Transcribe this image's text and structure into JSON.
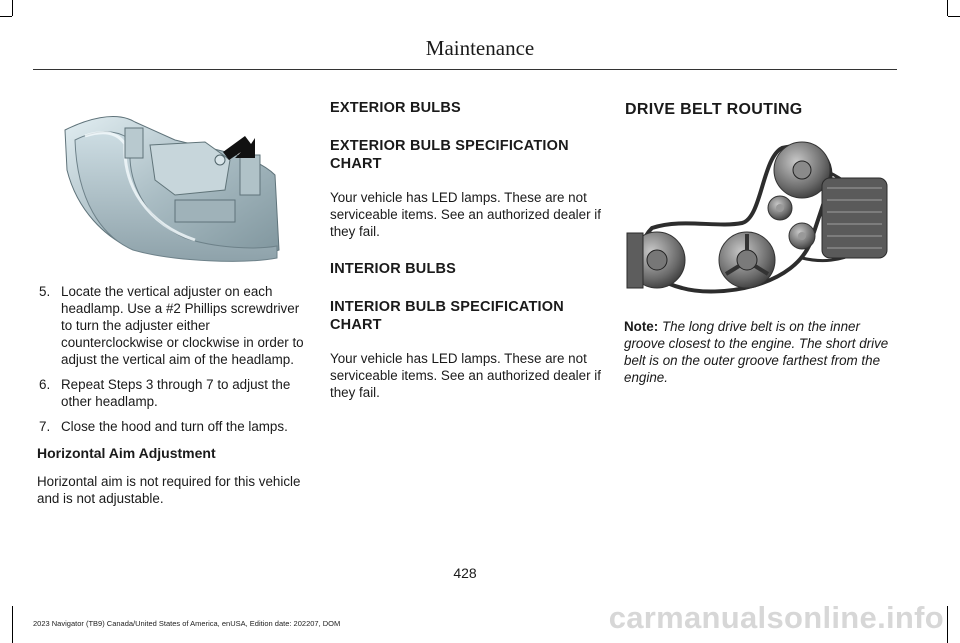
{
  "header": {
    "title": "Maintenance"
  },
  "left": {
    "steps": [
      {
        "num": "5.",
        "text": "Locate the vertical adjuster on each headlamp. Use a #2 Phillips screwdriver to turn the adjuster either counterclockwise or clockwise in order to adjust the vertical aim of the headlamp."
      },
      {
        "num": "6.",
        "text": "Repeat Steps 3 through 7 to adjust the other headlamp."
      },
      {
        "num": "7.",
        "text": "Close the hood and turn off the lamps."
      }
    ],
    "horizontal_heading": "Horizontal Aim Adjustment",
    "horizontal_text": "Horizontal aim is not required for this vehicle and is not adjustable."
  },
  "middle": {
    "exterior_heading": "EXTERIOR BULBS",
    "exterior_chart_heading": "EXTERIOR BULB SPECIFICATION CHART",
    "exterior_text": "Your vehicle has LED lamps. These are not serviceable items. See an authorized dealer if they fail.",
    "interior_heading": "INTERIOR BULBS",
    "interior_chart_heading": "INTERIOR BULB SPECIFICATION CHART",
    "interior_text": "Your vehicle has LED lamps. These are not serviceable items. See an authorized dealer if they fail."
  },
  "right": {
    "heading": "DRIVE BELT ROUTING",
    "note_label": "Note:",
    "note_text": "The long drive belt is on the inner groove closest to the engine. The short drive belt is on the outer groove farthest from the engine."
  },
  "page_number": "428",
  "footer": "2023 Navigator (TB9) Canada/United States of America, enUSA, Edition date: 202207, DOM",
  "watermark": "carmanualsonline.info"
}
